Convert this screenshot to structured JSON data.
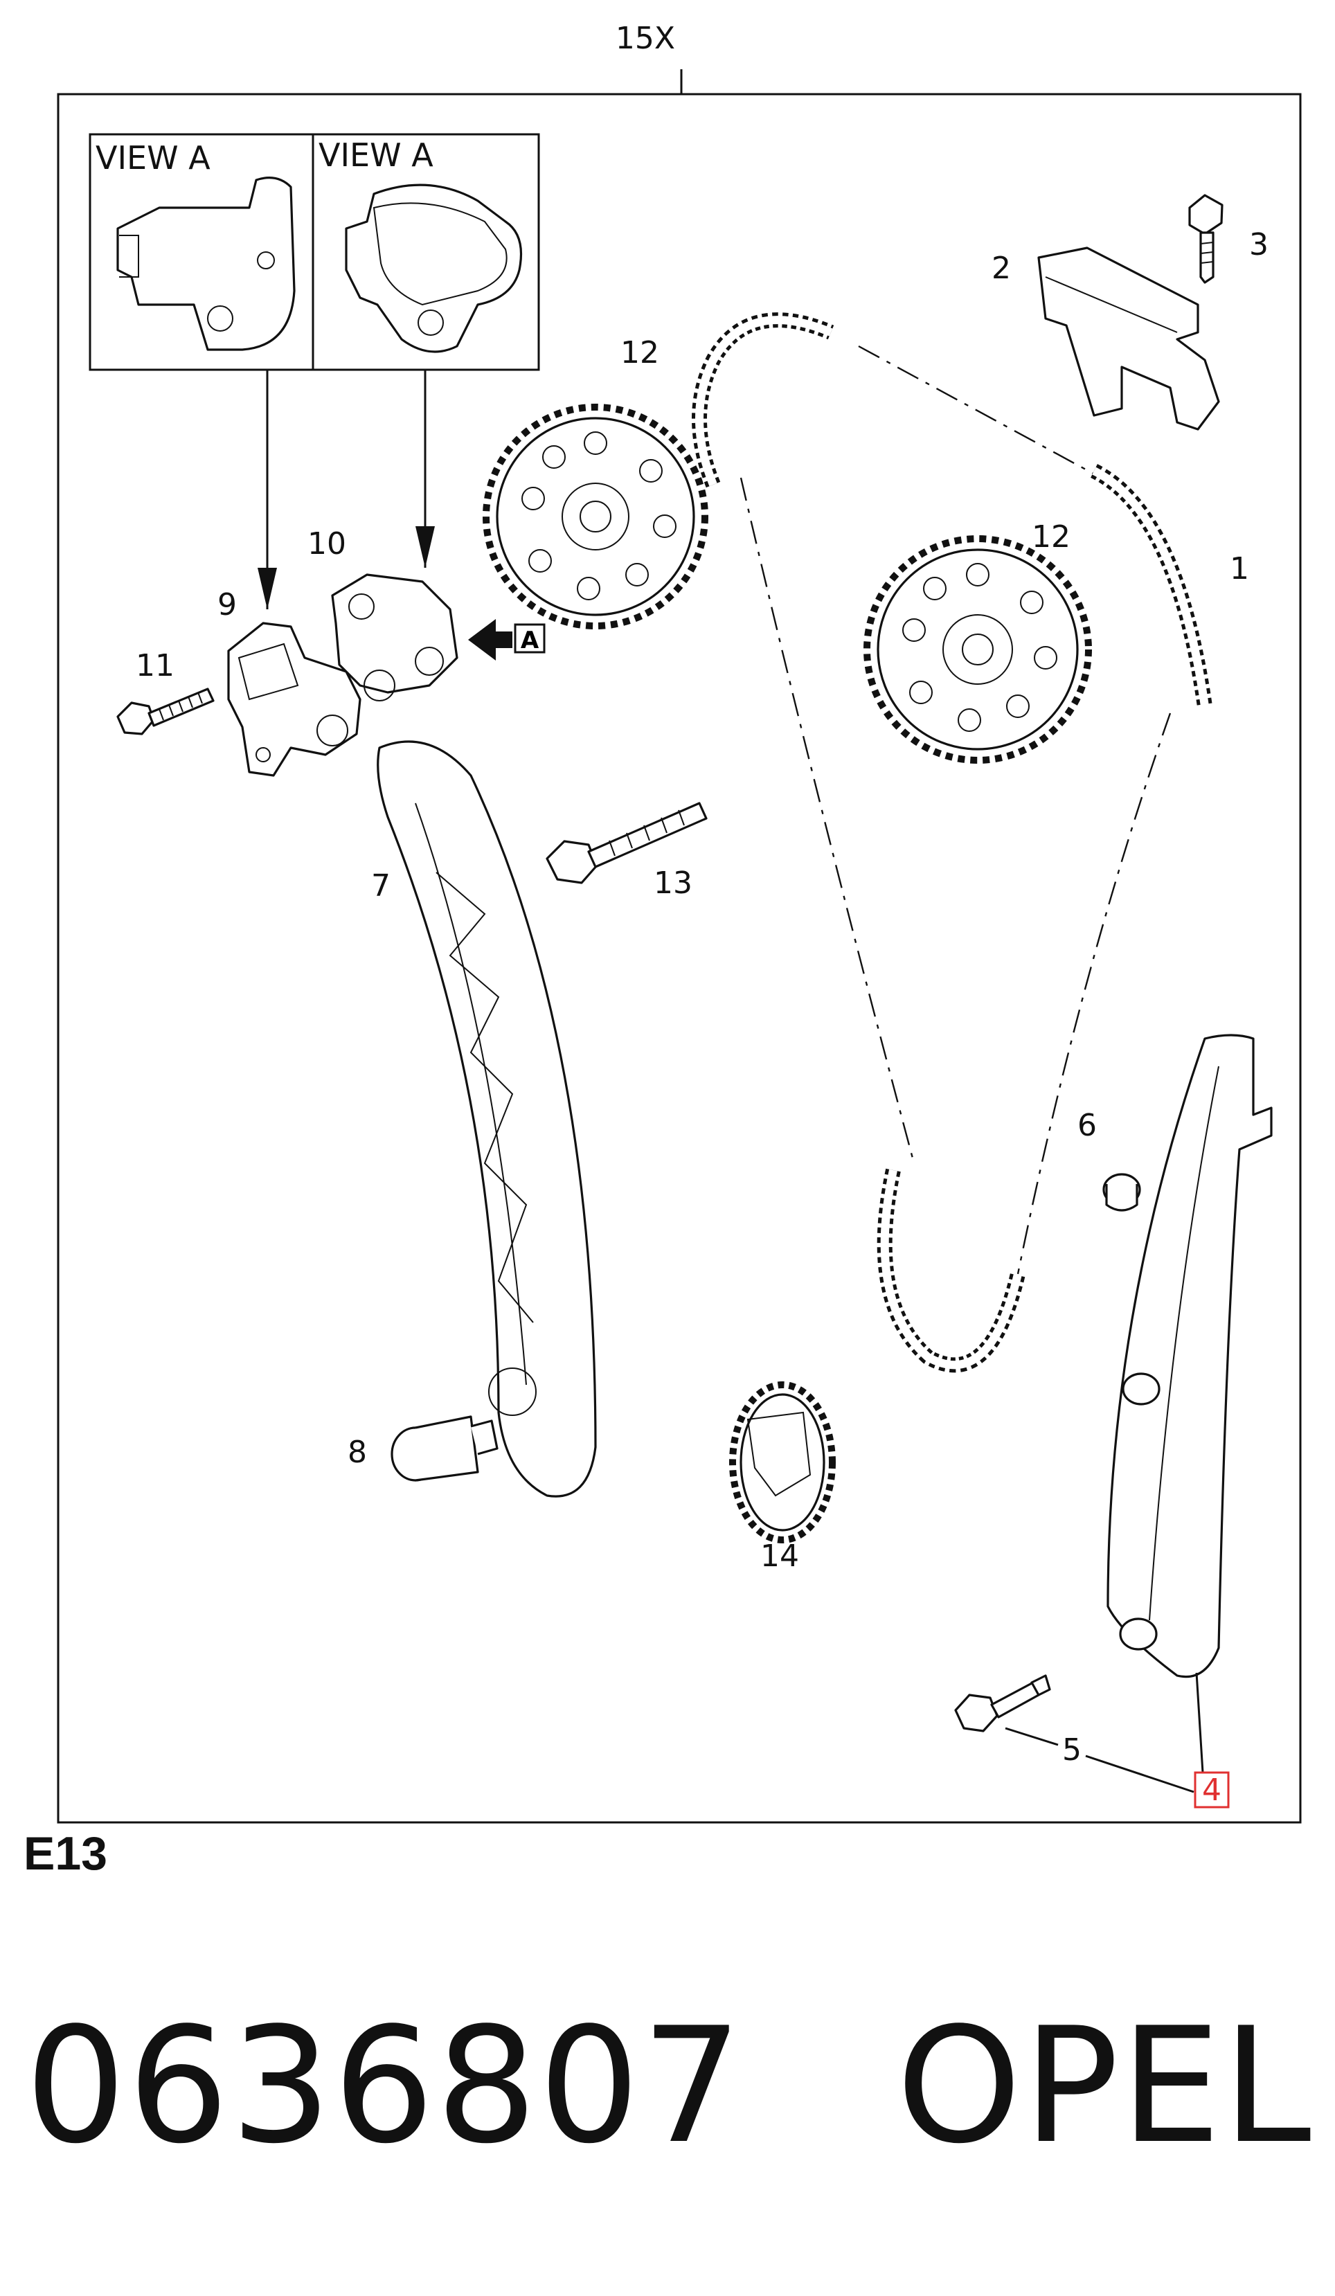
{
  "diagram": {
    "set_label": "15X",
    "view_labels": [
      "VIEW A",
      "VIEW A"
    ],
    "view_marker": "A",
    "callouts": {
      "c1": "1",
      "c2": "2",
      "c3": "3",
      "c4": "4",
      "c5": "5",
      "c6": "6",
      "c7": "7",
      "c8": "8",
      "c9": "9",
      "c10": "10",
      "c11": "11",
      "c12a": "12",
      "c12b": "12",
      "c13": "13",
      "c14": "14"
    },
    "highlighted_callout": "4",
    "highlight_color": "#e03030"
  },
  "section_code": "E13",
  "part_number": "0636807",
  "brand": "OPEL"
}
